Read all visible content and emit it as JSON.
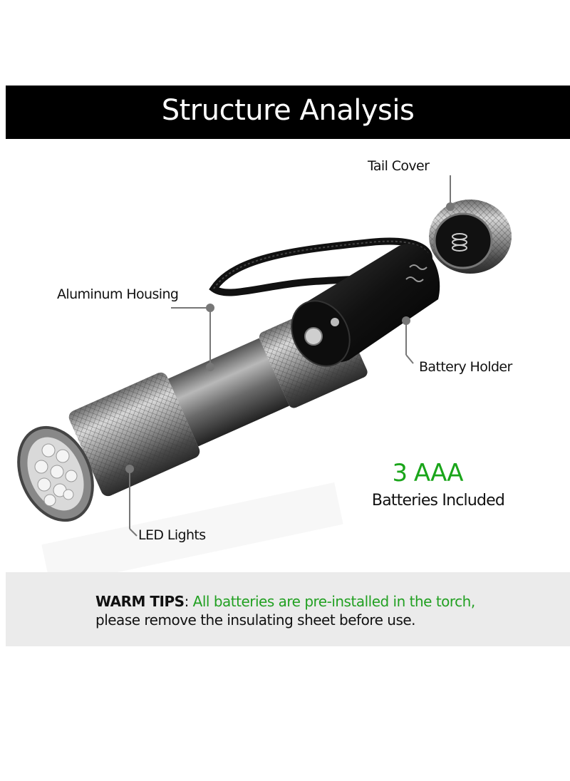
{
  "title": "Structure Analysis",
  "labels": {
    "tail_cover": "Tail Cover",
    "aluminum_housing": "Aluminum Housing",
    "battery_holder": "Battery Holder",
    "led_lights": "LED Lights"
  },
  "badge": {
    "count": "3 AAA",
    "text": "Batteries Included"
  },
  "tips": {
    "title": "WARM TIPS",
    "colon": ": ",
    "line1": "All batteries are pre-installed in the torch,",
    "line2": "please remove the insulating sheet before use."
  },
  "colors": {
    "title_bar": "#000000",
    "accent_green": "#22a022",
    "tips_bg": "#ebebeb"
  }
}
